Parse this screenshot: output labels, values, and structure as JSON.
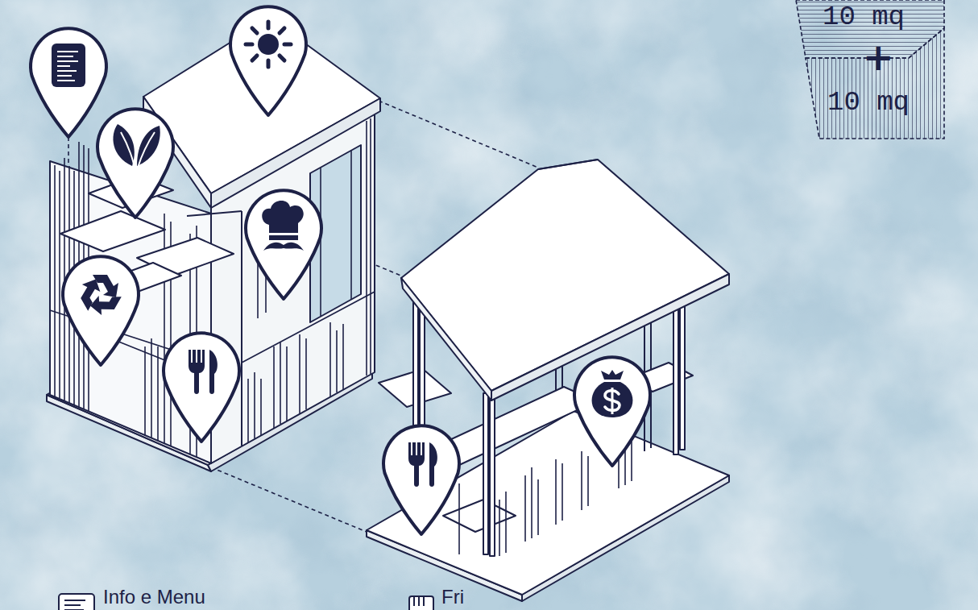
{
  "diagram": {
    "nodes": [
      {
        "text": [
          "10 mq"
        ]
      },
      {
        "text": [
          "10 mq"
        ]
      }
    ],
    "labels": [
      "+"
    ],
    "legend": [
      {
        "text": "Info e Menu"
      },
      {
        "text": "Fri"
      }
    ]
  }
}
